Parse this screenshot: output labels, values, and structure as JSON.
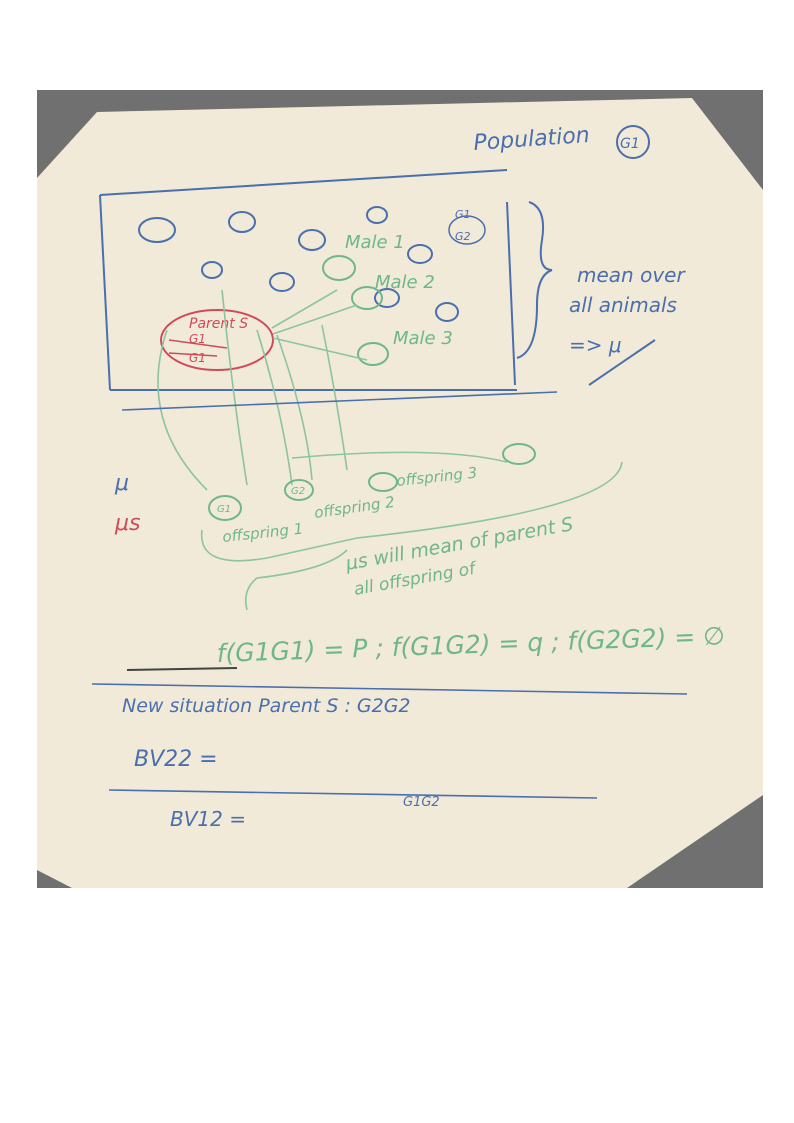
{
  "colors": {
    "background_frame": "#6f6f6f",
    "board": "#f1ead8",
    "ink_blue": "#4a6fae",
    "ink_green": "#6fb68c",
    "ink_red": "#d04b5a"
  },
  "board": {
    "title": "Population",
    "title_badge": "G1",
    "bracket_note_line1": "mean over",
    "bracket_note_line2": "all animals",
    "bracket_note_line3": "=> μ",
    "males": [
      "Male 1",
      "Male 2",
      "Male 3"
    ],
    "top_genotype_a": "G1",
    "top_genotype_b": "G2",
    "parent_label": "Parent S",
    "parent_genotype_a": "G1",
    "parent_genotype_b": "G1",
    "mu_label": "μ",
    "mu_s_label": "μs",
    "offspring": [
      "offspring 1",
      "offspring 2",
      "offspring 3"
    ],
    "offspring1_genotype": "G1",
    "offspring2_genotype": "G2",
    "note_line1": "μs will mean of parent S",
    "note_line2": "all offspring of",
    "freq_equation": "f(G1G1) = P ; f(G1G2) = q ; f(G2G2) = ∅",
    "new_situation": "New situation Parent S : G2G2",
    "bv22": "BV22 =",
    "genotype_small": "G1G2",
    "bv12": "BV12 ="
  }
}
